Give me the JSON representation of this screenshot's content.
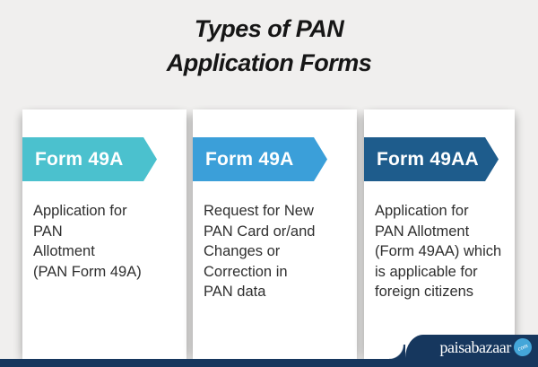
{
  "title": {
    "text": "Types of PAN\nApplication Forms"
  },
  "cards": [
    {
      "banner": "Form 49A",
      "banner_color": "#4bc1ce",
      "description": "Application for\nPAN\nAllotment\n(PAN Form 49A)"
    },
    {
      "banner": "Form 49A",
      "banner_color": "#3b9fd9",
      "description": "Request for New\nPAN Card or/and\nChanges or\nCorrection in\nPAN data"
    },
    {
      "banner": "Form 49AA",
      "banner_color": "#1e5c8c",
      "description": "Application for\nPAN Allotment\n(Form 49AA) which\nis applicable for\nforeign citizens"
    }
  ],
  "footer": {
    "brand": "paisabazaar",
    "badge": "com"
  },
  "colors": {
    "bg": "#f0efee",
    "card": "#ffffff",
    "title-text": "#161616",
    "body-text": "#2f2f2f",
    "footer-bar": "#16375e",
    "badge": "#44a6d9"
  }
}
